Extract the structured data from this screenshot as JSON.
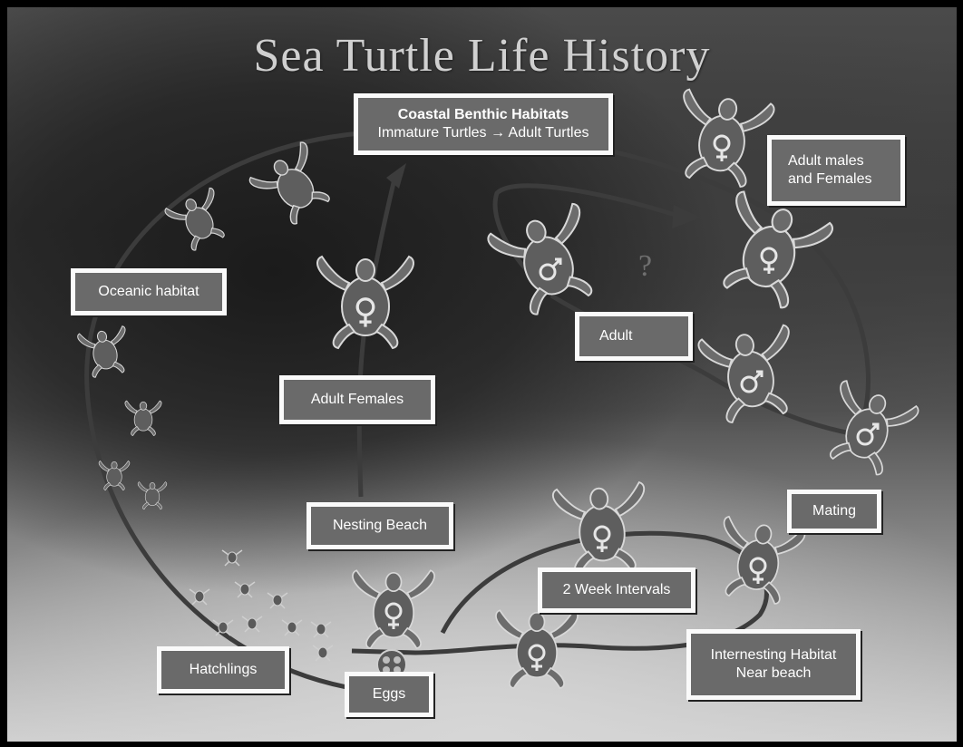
{
  "title": "Sea Turtle Life History",
  "labels": {
    "coastal_title": "Coastal Benthic Habitats",
    "coastal_sub": "Immature Turtles → Adult Turtles",
    "adult_mf_1": "Adult males",
    "adult_mf_2": "and Females",
    "oceanic": "Oceanic habitat",
    "adult": "Adult",
    "adult_females": "Adult Females",
    "mating": "Mating",
    "nesting_beach": "Nesting Beach",
    "two_week": "2 Week Intervals",
    "internesting_1": "Internesting Habitat",
    "internesting_2": "Near beach",
    "hatchlings": "Hatchlings",
    "eggs": "Eggs",
    "question_mark": "?"
  },
  "colors": {
    "box_fill": "#6a6a6a",
    "box_border": "#fafafa",
    "title_text": "#d0d0d0"
  },
  "icons": [
    "female-symbol-icon",
    "male-symbol-icon",
    "turtle-icon",
    "arrow-icon"
  ]
}
